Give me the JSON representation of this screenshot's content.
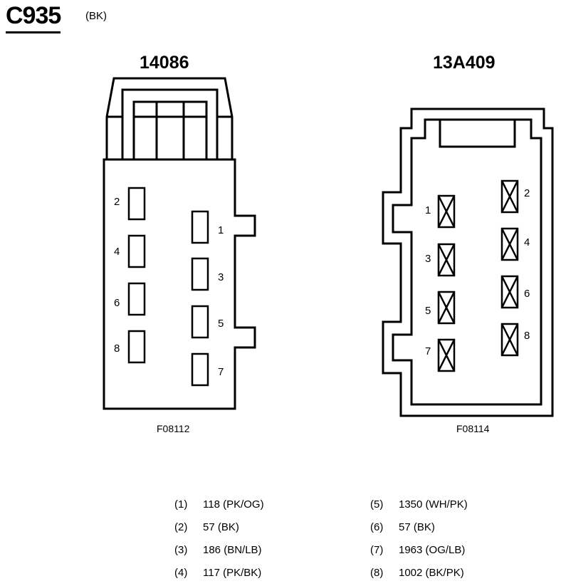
{
  "connector": {
    "id": "C935",
    "color": "(BK)"
  },
  "left_connector": {
    "part_number": "14086",
    "figure_code": "F08112",
    "pins": [
      "1",
      "2",
      "3",
      "4",
      "5",
      "6",
      "7",
      "8"
    ]
  },
  "right_connector": {
    "part_number": "13A409",
    "figure_code": "F08114",
    "pins": [
      "1",
      "2",
      "3",
      "4",
      "5",
      "6",
      "7",
      "8"
    ]
  },
  "circuits": [
    {
      "pin": "(1)",
      "circuit": "118 (PK/OG)"
    },
    {
      "pin": "(2)",
      "circuit": "57 (BK)"
    },
    {
      "pin": "(3)",
      "circuit": "186 (BN/LB)"
    },
    {
      "pin": "(4)",
      "circuit": "117 (PK/BK)"
    },
    {
      "pin": "(5)",
      "circuit": "1350 (WH/PK)"
    },
    {
      "pin": "(6)",
      "circuit": "57 (BK)"
    },
    {
      "pin": "(7)",
      "circuit": "1963 (OG/LB)"
    },
    {
      "pin": "(8)",
      "circuit": "1002 (BK/PK)"
    }
  ]
}
